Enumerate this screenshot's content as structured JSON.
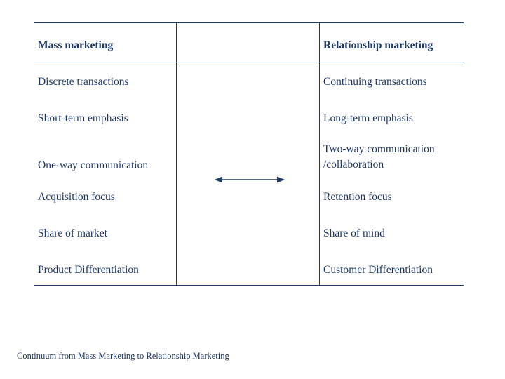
{
  "slide": {
    "caption": "Continuum from Mass Marketing to Relationship Marketing",
    "accent_color": "#1F3864",
    "background_color": "#FFFFFF"
  },
  "table": {
    "headers": {
      "left": "Mass marketing",
      "middle": "",
      "right": "Relationship marketing"
    },
    "rows": [
      {
        "left": "Discrete transactions",
        "right": "Continuing transactions"
      },
      {
        "left": "Short-term emphasis",
        "right": "Long-term emphasis"
      },
      {
        "left": "One-way communication",
        "right": "Two-way communication\n/collaboration"
      },
      {
        "left": "Acquisition focus",
        "right": "Retention focus"
      },
      {
        "left": "Share of market",
        "right": "Share of mind"
      },
      {
        "left": "Product Differentiation",
        "right": "Customer Differentiation"
      }
    ]
  },
  "arrow": {
    "name": "double-headed-arrow",
    "direction": "both"
  }
}
